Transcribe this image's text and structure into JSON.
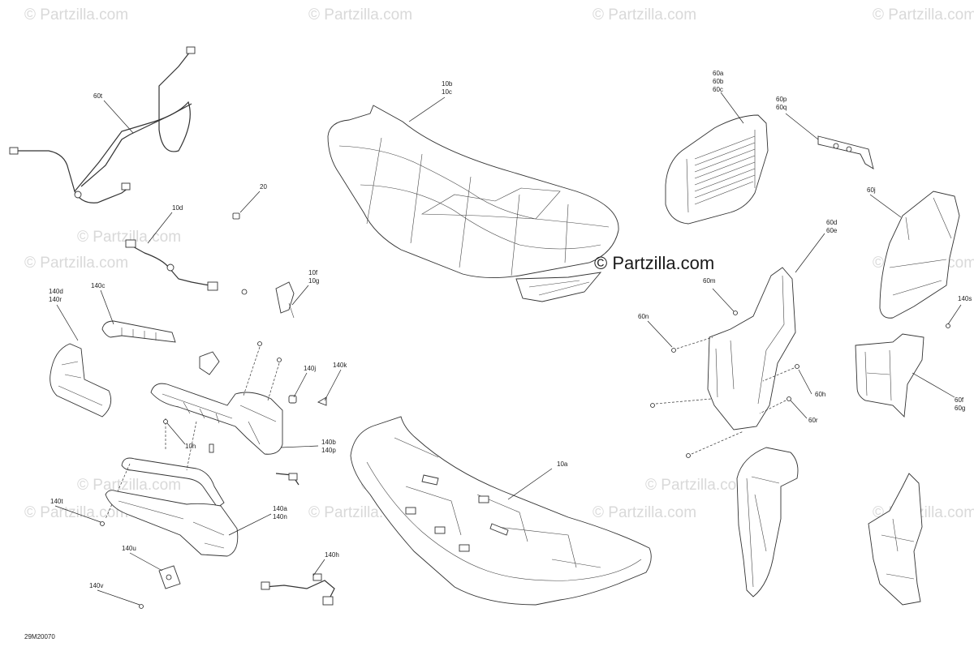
{
  "watermark": {
    "text": "© Partzilla.com",
    "main_text": "© Partzilla.com"
  },
  "diagram_id": "29M20070",
  "callouts": {
    "c60t": "60t",
    "c20": "20",
    "c10d": "10d",
    "c10f": "10f",
    "c10g": "10g",
    "c140d": "140d",
    "c140r": "140r",
    "c140c": "140c",
    "c140j": "140j",
    "c140k": "140k",
    "c10h": "10h",
    "c140b": "140b",
    "c140p": "140p",
    "c140t": "140t",
    "c140a": "140a",
    "c140n": "140n",
    "c140u": "140u",
    "c140h": "140h",
    "c140v": "140v",
    "c10b": "10b",
    "c10c": "10c",
    "c10a": "10a",
    "c60a": "60a",
    "c60b": "60b",
    "c60c": "60c",
    "c60p": "60p",
    "c60q": "60q",
    "c60j": "60j",
    "c60d": "60d",
    "c60e": "60e",
    "c60m": "60m",
    "c60n": "60n",
    "c60h": "60h",
    "c60r": "60r",
    "c140s": "140s",
    "c60f": "60f",
    "c60g": "60g"
  }
}
